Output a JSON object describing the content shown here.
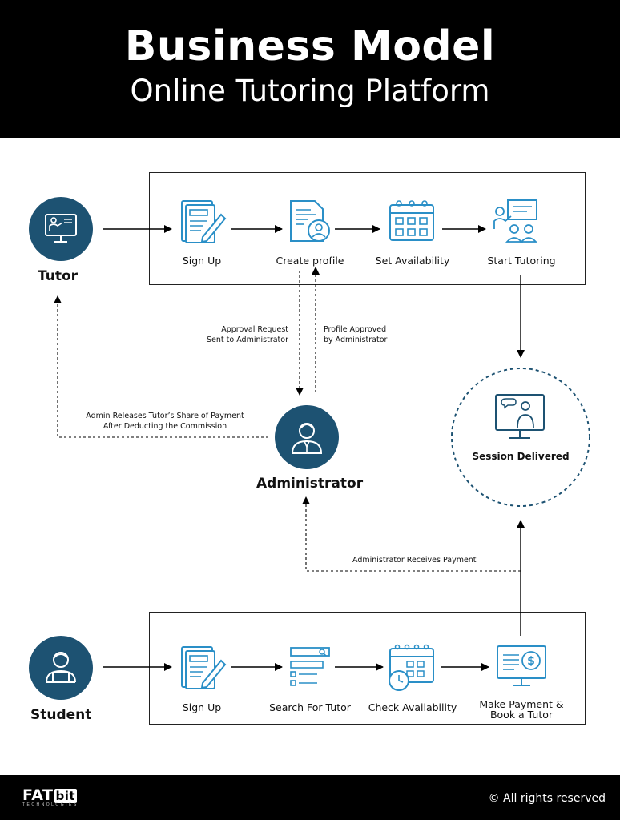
{
  "header": {
    "title": "Business Model",
    "subtitle": "Online Tutoring Platform"
  },
  "roles": {
    "tutor": "Tutor",
    "administrator": "Administrator",
    "student": "Student"
  },
  "tutor_steps": [
    "Sign Up",
    "Create profile",
    "Set Availability",
    "Start Tutoring"
  ],
  "student_steps": [
    "Sign Up",
    "Search For Tutor",
    "Check Availability",
    "Make Payment &",
    "Book a Tutor"
  ],
  "session": {
    "label": "Session Delivered"
  },
  "notes": {
    "approval_request_1": "Approval Request",
    "approval_request_2": "Sent to Administrator",
    "profile_approved_1": "Profile Approved",
    "profile_approved_2": "by Administrator",
    "admin_release_1": "Admin Releases Tutor’s Share of Payment",
    "admin_release_2": "After Deducting the Commission",
    "admin_receives": "Administrator Receives Payment"
  },
  "footer": {
    "logo_main": "FAT",
    "logo_bit": "bit",
    "logo_sub": "TECHNOLOGIES",
    "copyright": "© All rights reserved"
  },
  "colors": {
    "icon_blue": "#2a8fc7",
    "circle_blue": "#1d5272",
    "black": "#000000"
  }
}
